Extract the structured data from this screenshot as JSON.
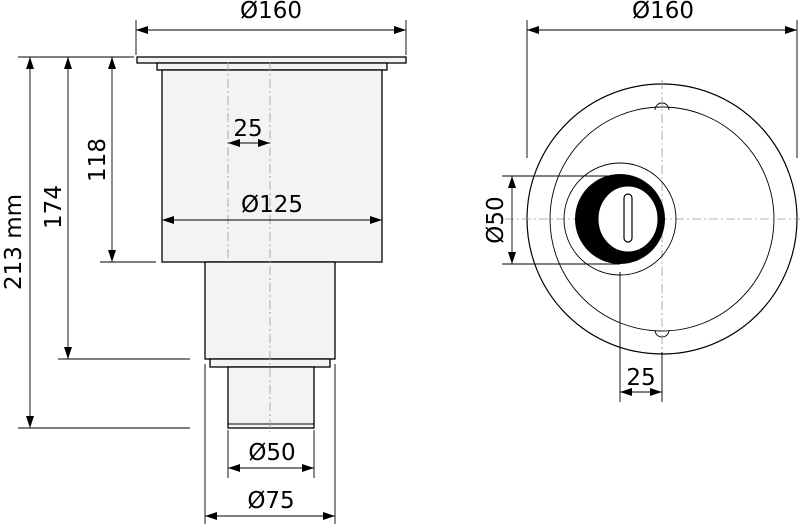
{
  "colors": {
    "line": "#000000",
    "body_fill": "#f3f3f3",
    "centerline": "#9a9a9a",
    "outlet_ring": "#000000",
    "background": "#ffffff"
  },
  "side_view": {
    "top_diameter_label": "Ø160",
    "body_diameter_label": "Ø125",
    "offset_label": "25",
    "depth_118_label": "118",
    "depth_174_label": "174",
    "total_height_label": "213 mm",
    "outlet_inner_label": "Ø50",
    "outlet_outer_label": "Ø75"
  },
  "top_view": {
    "top_diameter_label": "Ø160",
    "outlet_diameter_label": "Ø50",
    "offset_label": "25"
  }
}
